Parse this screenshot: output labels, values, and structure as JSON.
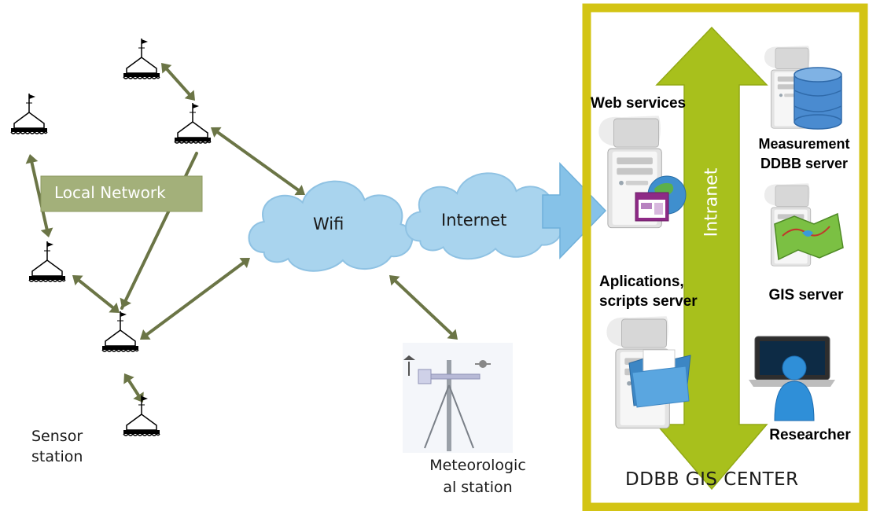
{
  "colors": {
    "link_arrow": "#6b7546",
    "local_network_box": "#a3b07a",
    "cloud_fill": "#a9d4ee",
    "big_arrow": "#86c2e8",
    "center_border": "#d3c414",
    "intranet_arrow": "#a8c01c"
  },
  "labels": {
    "local_network": "Local Network",
    "wifi": "Wifi",
    "internet": "Internet",
    "sensor_station": "Sensor\nstation",
    "meteorological_station": "Meteorologic\nal station",
    "web_services": "Web services",
    "applications_server": "Aplications,\nscripts server",
    "intranet": "Intranet",
    "measurement_server": "Measurement\nDDBB server",
    "gis_server": "GIS server",
    "researcher": "Researcher",
    "center_title": "DDBB GIS CENTER"
  },
  "icons": {
    "sensor_station": "buoy-antenna-icon",
    "meteorological_station": "weather-mast-icon",
    "web_services": "server-browser-icon",
    "applications_server": "server-folder-icon",
    "measurement_server": "server-database-icon",
    "gis_server": "server-map-icon",
    "researcher": "person-laptop-icon"
  }
}
